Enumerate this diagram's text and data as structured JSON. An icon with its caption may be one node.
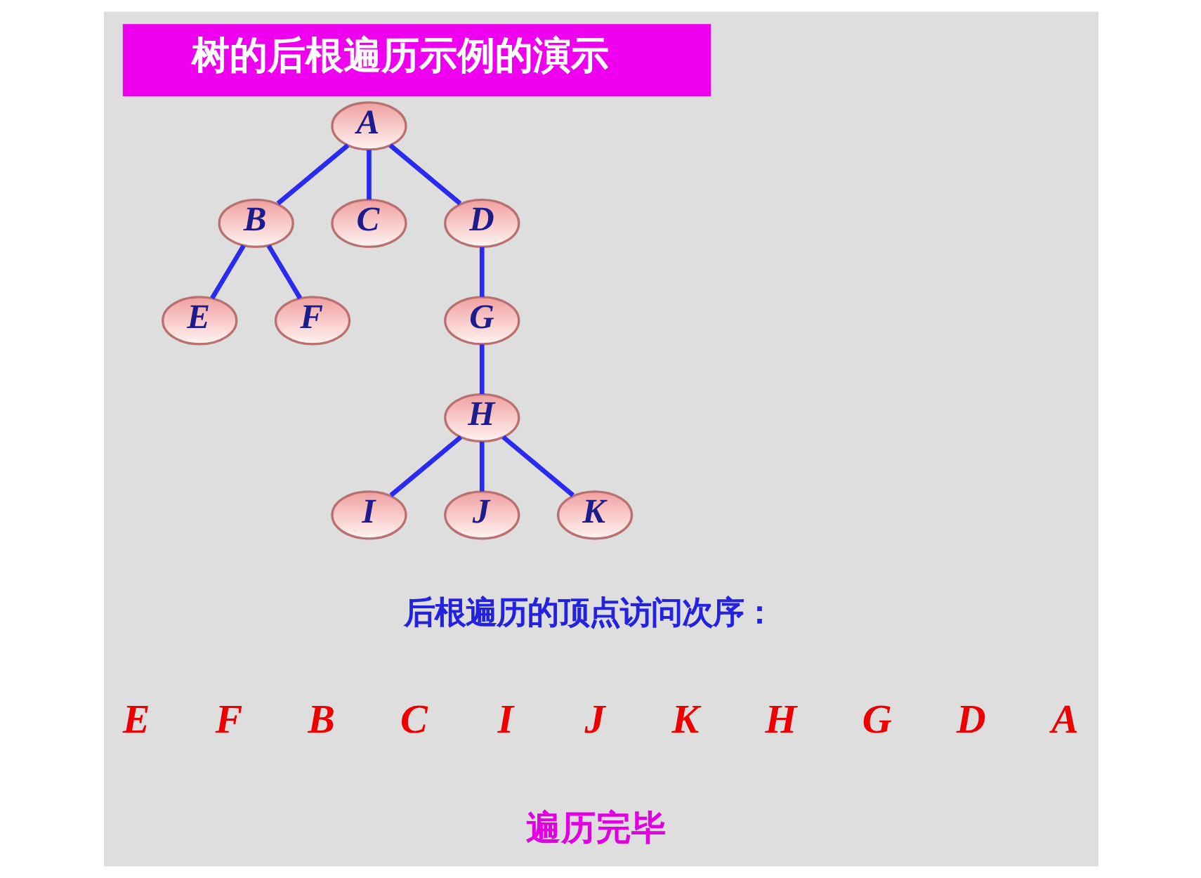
{
  "diagram": {
    "title": "树的后根遍历示例的演示",
    "nodes": [
      {
        "text": [
          "A"
        ]
      },
      {
        "text": [
          "B"
        ]
      },
      {
        "text": [
          "C"
        ]
      },
      {
        "text": [
          "D"
        ]
      },
      {
        "text": [
          "E"
        ]
      },
      {
        "text": [
          "F"
        ]
      },
      {
        "text": [
          "G"
        ]
      },
      {
        "text": [
          "H"
        ]
      },
      {
        "text": [
          "I"
        ]
      },
      {
        "text": [
          "J"
        ]
      },
      {
        "text": [
          "K"
        ]
      }
    ],
    "edges": [
      {
        "from": 0,
        "to": 1,
        "arrow": "none"
      },
      {
        "from": 0,
        "to": 2,
        "arrow": "none"
      },
      {
        "from": 0,
        "to": 3,
        "arrow": "none"
      },
      {
        "from": 1,
        "to": 4,
        "arrow": "none"
      },
      {
        "from": 1,
        "to": 5,
        "arrow": "none"
      },
      {
        "from": 3,
        "to": 6,
        "arrow": "none"
      },
      {
        "from": 6,
        "to": 7,
        "arrow": "none"
      },
      {
        "from": 7,
        "to": 8,
        "arrow": "none"
      },
      {
        "from": 7,
        "to": 9,
        "arrow": "none"
      },
      {
        "from": 7,
        "to": 10,
        "arrow": "none"
      }
    ],
    "labels": [
      "后根遍历的顶点访问次序：",
      "E",
      "F",
      "B",
      "C",
      "I",
      "J",
      "K",
      "H",
      "G",
      "D",
      "A",
      "遍历完毕"
    ]
  }
}
